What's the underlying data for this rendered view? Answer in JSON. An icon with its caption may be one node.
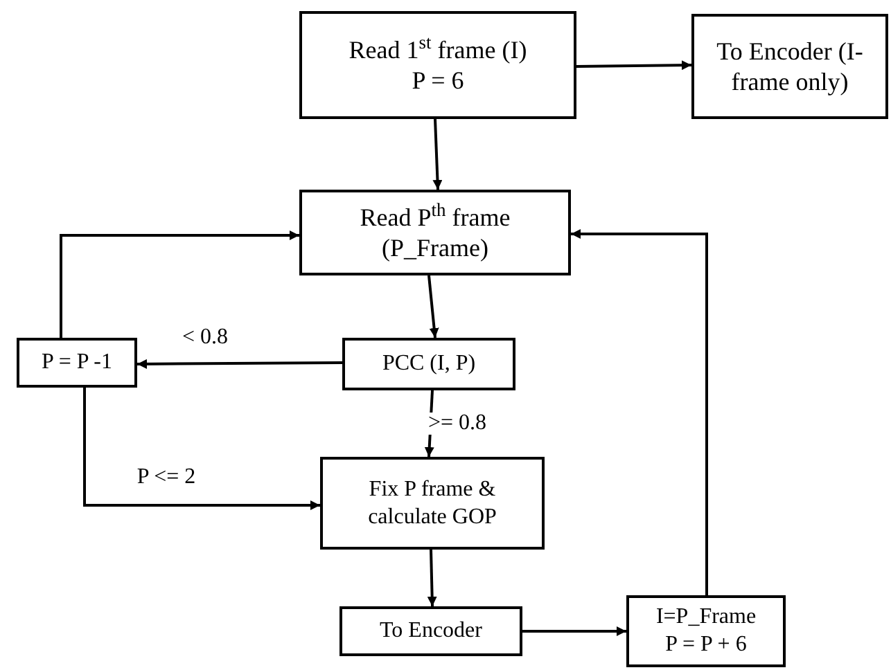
{
  "diagram": {
    "nodes": [
      {
        "text": [
          "Read 1$^{st}$ frame (I)",
          "P = 6"
        ]
      },
      {
        "text": [
          "To Encoder (I- frame only)"
        ]
      },
      {
        "text": [
          "Read P$^{th}$ frame (P_Frame)"
        ]
      },
      {
        "text": [
          "P = P -1"
        ]
      },
      {
        "text": [
          "PCC (I, P)"
        ]
      },
      {
        "text": [
          "Fix P frame & calculate GOP"
        ]
      },
      {
        "text": [
          "To Encoder"
        ]
      },
      {
        "text": [
          "I=P_Frame",
          "P = P + 6"
        ]
      }
    ],
    "edges": [
      {
        "from": 0,
        "to": 1,
        "arrow": "to"
      },
      {
        "from": 0,
        "to": 2,
        "arrow": "to"
      },
      {
        "from": 2,
        "to": 4,
        "arrow": "to"
      },
      {
        "from": 4,
        "to": 3,
        "arrow": "to",
        "label": "< 0.8"
      },
      {
        "from": 4,
        "to": 5,
        "arrow": "to",
        "label": ">= 0.8"
      },
      {
        "from": 3,
        "to": 2,
        "arrow": "to"
      },
      {
        "from": 3,
        "to": 5,
        "arrow": "to",
        "label": "P <= 2"
      },
      {
        "from": 5,
        "to": 6,
        "arrow": "to"
      },
      {
        "from": 6,
        "to": 7,
        "arrow": "to"
      },
      {
        "from": 7,
        "to": 2,
        "arrow": "to"
      }
    ]
  }
}
